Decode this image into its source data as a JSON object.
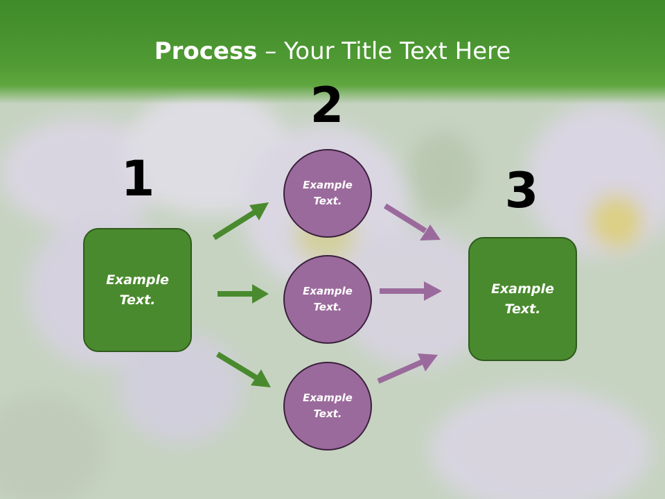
{
  "title": {
    "bold": "Process",
    "rest": " – Your Title Text Here"
  },
  "steps": [
    "1",
    "2",
    "3"
  ],
  "left_box": {
    "label": "Example\nText."
  },
  "right_box": {
    "label": "Example\nText."
  },
  "circles": [
    {
      "label": "Example\nText."
    },
    {
      "label": "Example\nText."
    },
    {
      "label": "Example\nText."
    }
  ],
  "colors": {
    "green": "#4a8a2e",
    "purple": "#9b6a9c",
    "green_arrow": "#4a8a2e",
    "purple_arrow": "#9b6a9c"
  }
}
